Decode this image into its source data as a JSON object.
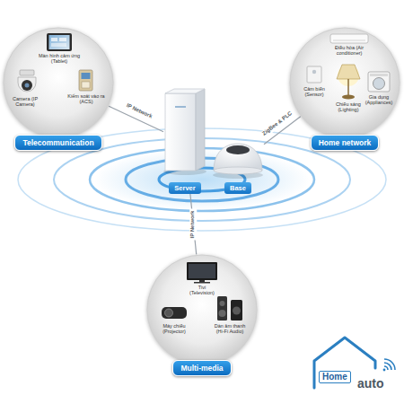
{
  "diagram": {
    "nodes": [
      {
        "text": [
          "Telecommunication"
        ]
      },
      {
        "text": [
          "Màn hình cảm ứng (Tablet)"
        ],
        "in": 0
      },
      {
        "text": [
          "Camera (IP Camera)"
        ],
        "in": 0
      },
      {
        "text": [
          "Kiểm soát vào ra (ACS)"
        ],
        "in": 0
      },
      {
        "text": [
          "Home network"
        ]
      },
      {
        "text": [
          "Điều hòa (Air conditioner)"
        ],
        "in": 4
      },
      {
        "text": [
          "Cảm biến (Sensor)"
        ],
        "in": 4
      },
      {
        "text": [
          "Chiếu sáng (Lighting)"
        ],
        "in": 4
      },
      {
        "text": [
          "Gia dụng (Appliances)"
        ],
        "in": 4
      },
      {
        "text": [
          "Server"
        ]
      },
      {
        "text": [
          "Base"
        ]
      },
      {
        "text": [
          "Multi-media"
        ]
      },
      {
        "text": [
          "Tivi (Television)"
        ],
        "in": 11
      },
      {
        "text": [
          "Máy chiếu (Projector)"
        ],
        "in": 11
      },
      {
        "text": [
          "Dàn âm thanh (Hi-Fi Audio)"
        ],
        "in": 11
      }
    ],
    "edges": [
      {
        "from": 0,
        "to": 9,
        "label": "IP Network",
        "arrow": "none"
      },
      {
        "from": 10,
        "to": 4,
        "label": "ZigBee & PLC",
        "arrow": "none"
      },
      {
        "from": 9,
        "to": 11,
        "label": "IP Network",
        "arrow": "none"
      }
    ],
    "labels": [
      "Home",
      "auto"
    ]
  }
}
